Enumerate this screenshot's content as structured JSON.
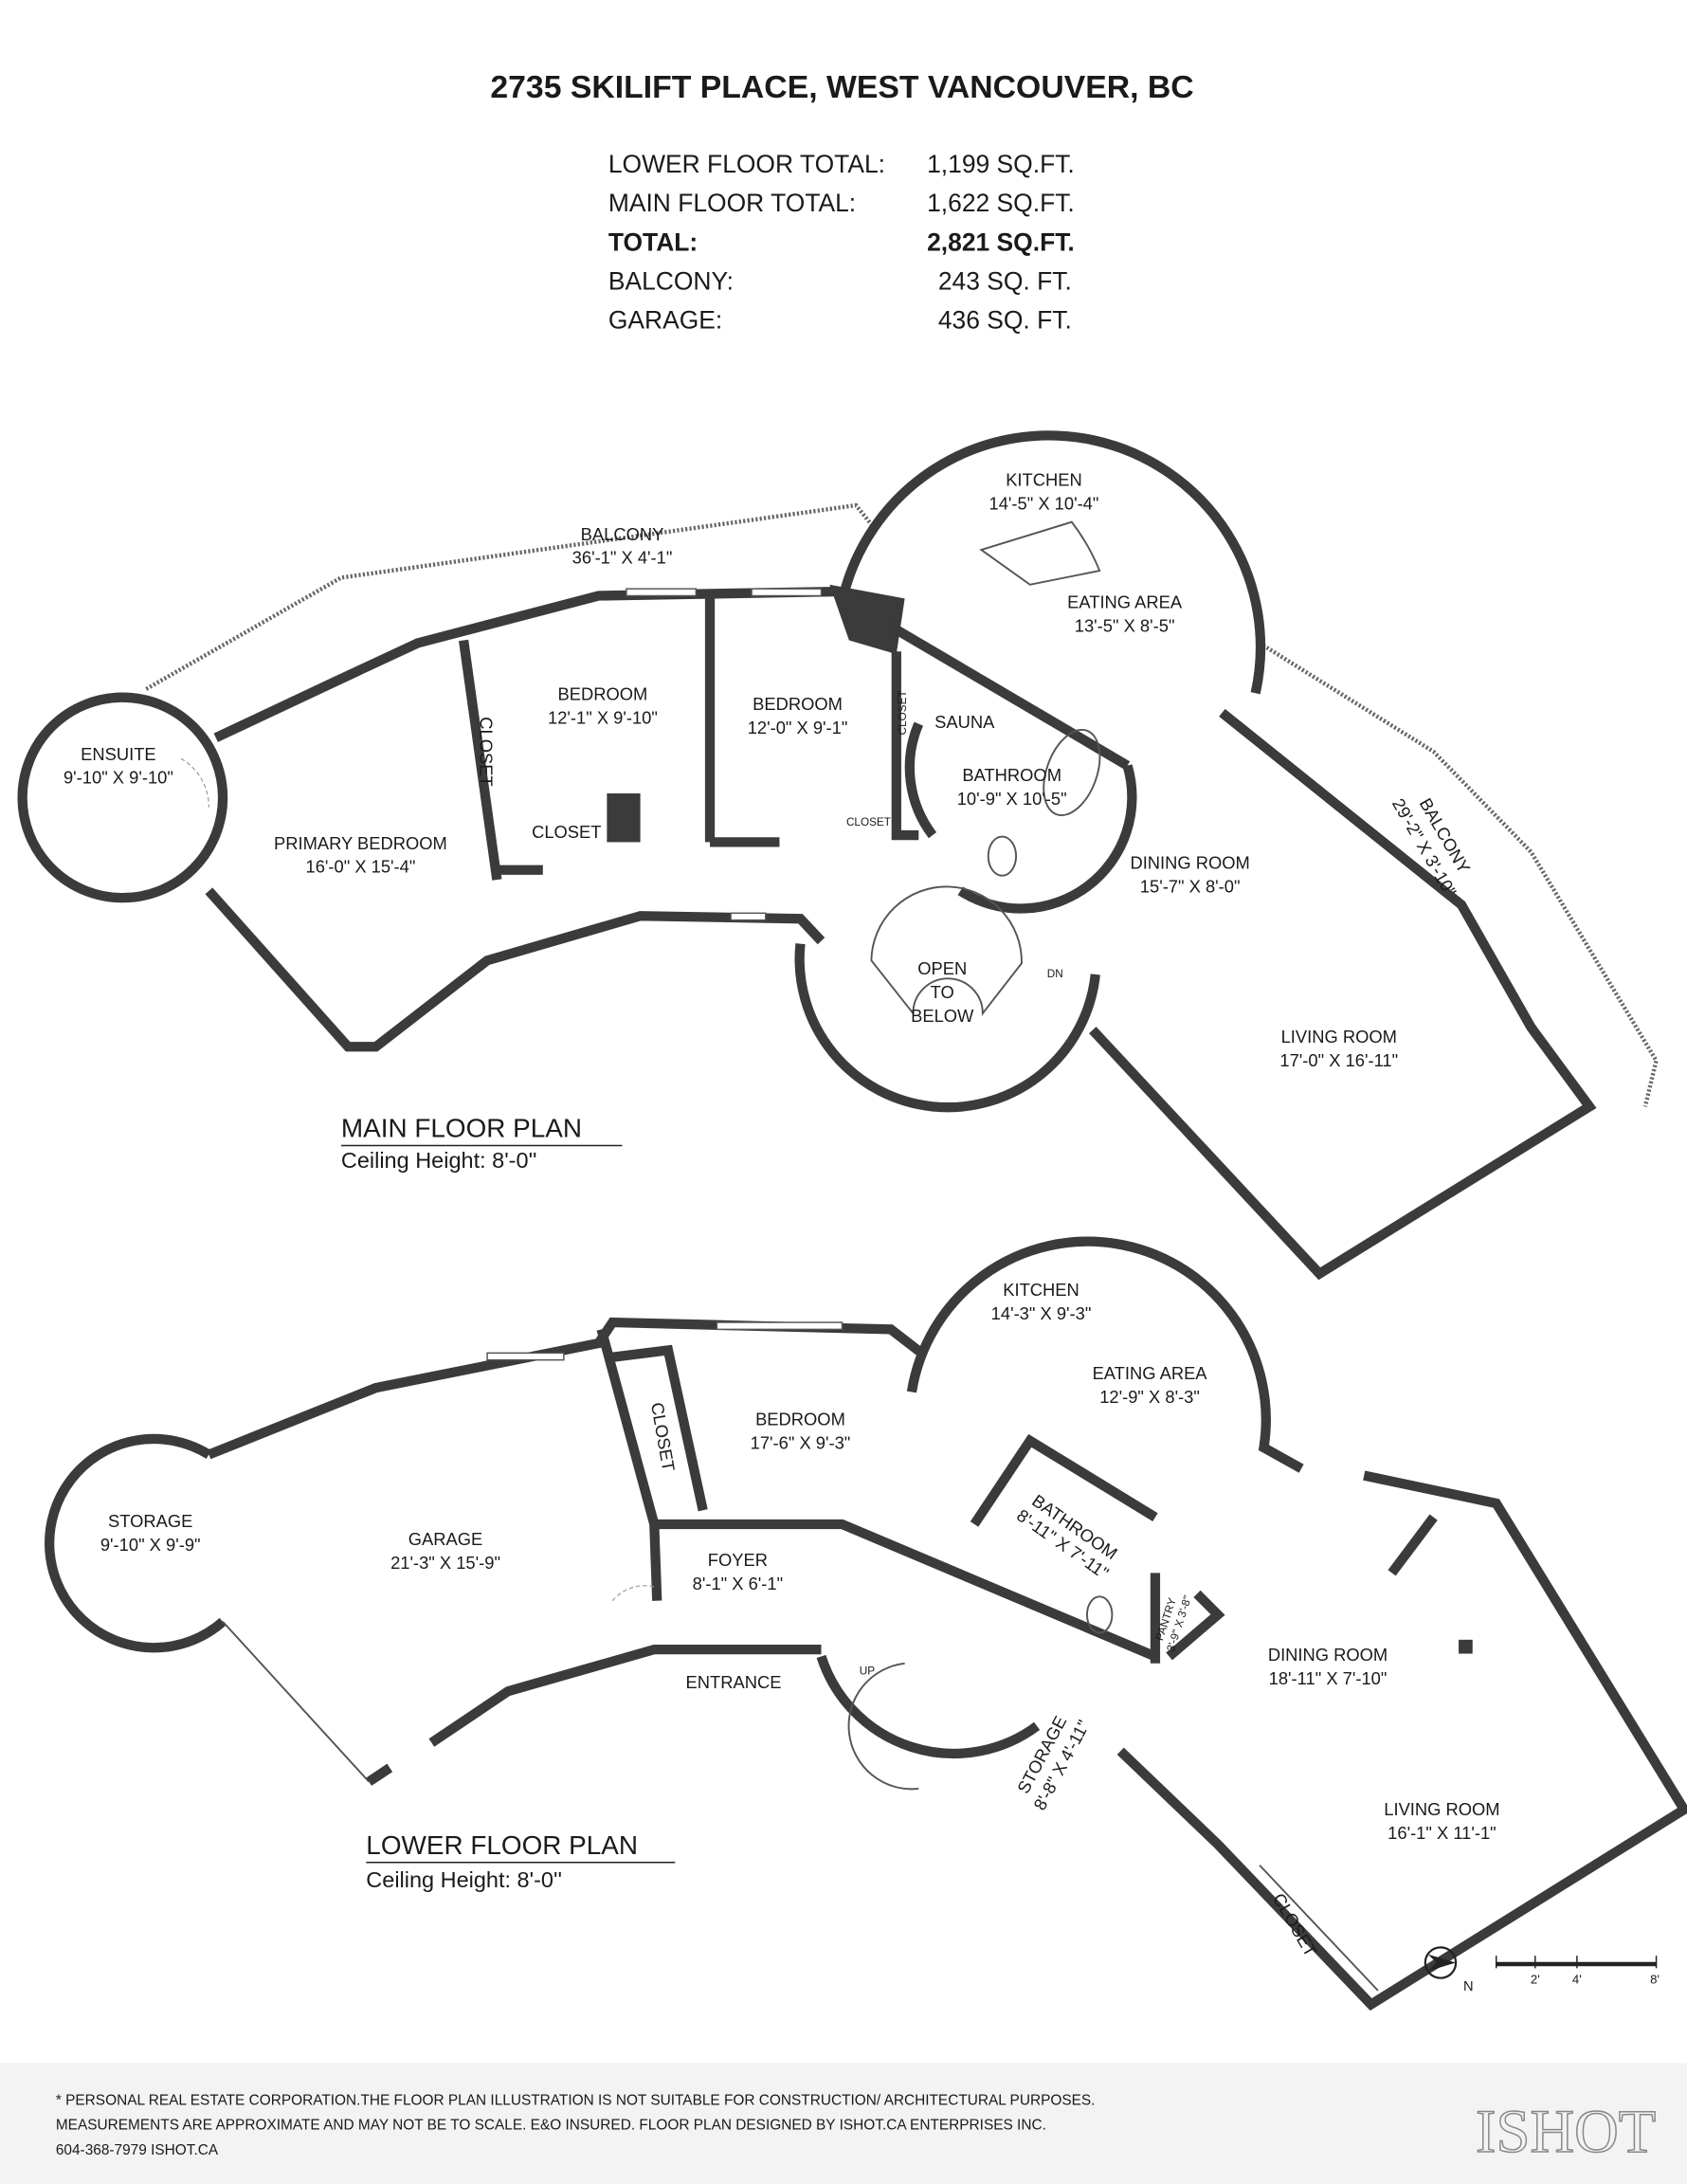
{
  "header": {
    "title": "2735 SKILIFT PLACE, WEST VANCOUVER, BC",
    "summary": [
      {
        "label": "LOWER FLOOR TOTAL:",
        "value": "1,199 SQ.FT.",
        "bold": false
      },
      {
        "label": "MAIN FLOOR TOTAL:",
        "value": "1,622 SQ.FT.",
        "bold": false
      },
      {
        "label": "TOTAL:",
        "value": "2,821 SQ.FT.",
        "bold": true
      },
      {
        "label": "BALCONY:",
        "value": "243 SQ. FT.",
        "bold": false
      },
      {
        "label": "GARAGE:",
        "value": "436 SQ. FT.",
        "bold": false
      }
    ]
  },
  "main_floor": {
    "title": "MAIN FLOOR PLAN",
    "ceiling": "Ceiling Height: 8'-0''",
    "rooms": {
      "balcony_top": {
        "name": "BALCONY",
        "dims": "36'-1\" X 4'-1\""
      },
      "kitchen": {
        "name": "KITCHEN",
        "dims": "14'-5\" X 10'-4\""
      },
      "eating": {
        "name": "EATING AREA",
        "dims": "13'-5\" X 8'-5\""
      },
      "bedroom1": {
        "name": "BEDROOM",
        "dims": "12'-1\" X 9'-10\""
      },
      "bedroom2": {
        "name": "BEDROOM",
        "dims": "12'-0\" X 9'-1\""
      },
      "sauna": {
        "name": "SAUNA"
      },
      "bathroom": {
        "name": "BATHROOM",
        "dims": "10'-9\" X 10'-5\""
      },
      "ensuite": {
        "name": "ENSUITE",
        "dims": "9'-10\" X 9'-10\""
      },
      "primary": {
        "name": "PRIMARY BEDROOM",
        "dims": "16'-0\" X 15'-4\""
      },
      "closet1": {
        "name": "CLOSET"
      },
      "closet2": {
        "name": "CLOSET"
      },
      "closet3": {
        "name": "CLOSET"
      },
      "closet4": {
        "name": "CLOSET"
      },
      "dining": {
        "name": "DINING ROOM",
        "dims": "15'-7\" X 8'-0\""
      },
      "balcony_right": {
        "name": "BALCONY",
        "dims": "29'-2\" X 3'-10\""
      },
      "open": {
        "l1": "OPEN",
        "l2": "TO",
        "l3": "BELOW"
      },
      "dn": "DN",
      "living": {
        "name": "LIVING ROOM",
        "dims": "17'-0\" X 16'-11\""
      }
    }
  },
  "lower_floor": {
    "title": "LOWER FLOOR PLAN",
    "ceiling": "Ceiling Height: 8'-0''",
    "rooms": {
      "kitchen": {
        "name": "KITCHEN",
        "dims": "14'-3\" X 9'-3\""
      },
      "eating": {
        "name": "EATING AREA",
        "dims": "12'-9\" X 8'-3\""
      },
      "bedroom": {
        "name": "BEDROOM",
        "dims": "17'-6\" X 9'-3\""
      },
      "closet1": {
        "name": "CLOSET"
      },
      "storage1": {
        "name": "STORAGE",
        "dims": "9'-10\" X 9'-9\""
      },
      "garage": {
        "name": "GARAGE",
        "dims": "21'-3\" X 15'-9\""
      },
      "bathroom": {
        "name": "BATHROOM",
        "dims": "8'-11\" X 7'-11\""
      },
      "foyer": {
        "name": "FOYER",
        "dims": "8'-1\" X 6'-1\""
      },
      "pantry": {
        "name": "PANTRY",
        "dims": "3'-9\" X 3'-8\""
      },
      "dining": {
        "name": "DINING ROOM",
        "dims": "18'-11\" X 7'-10\""
      },
      "entrance": {
        "name": "ENTRANCE"
      },
      "up": "UP",
      "storage2": {
        "name": "STORAGE",
        "dims": "8'-8\" X 4'-11\""
      },
      "living": {
        "name": "LIVING ROOM",
        "dims": "16'-1\" X 11'-1\""
      },
      "closet2": {
        "name": "CLOSET"
      }
    }
  },
  "legend": {
    "north": "N",
    "scale": [
      "2'",
      "4'",
      "8'"
    ]
  },
  "footer": {
    "lines": [
      "* PERSONAL REAL ESTATE CORPORATION.THE FLOOR PLAN ILLUSTRATION IS NOT SUITABLE FOR CONSTRUCTION/ ARCHITECTURAL PURPOSES.",
      "MEASUREMENTS ARE APPROXIMATE AND MAY NOT BE TO SCALE. E&O INSURED. FLOOR PLAN DESIGNED BY ISHOT.CA ENTERPRISES INC.",
      "604-368-7979  ISHOT.CA"
    ],
    "logo": "ISHOT"
  },
  "colors": {
    "wall": "#3b3b3b",
    "footer_bg": "#f3f3f3"
  }
}
